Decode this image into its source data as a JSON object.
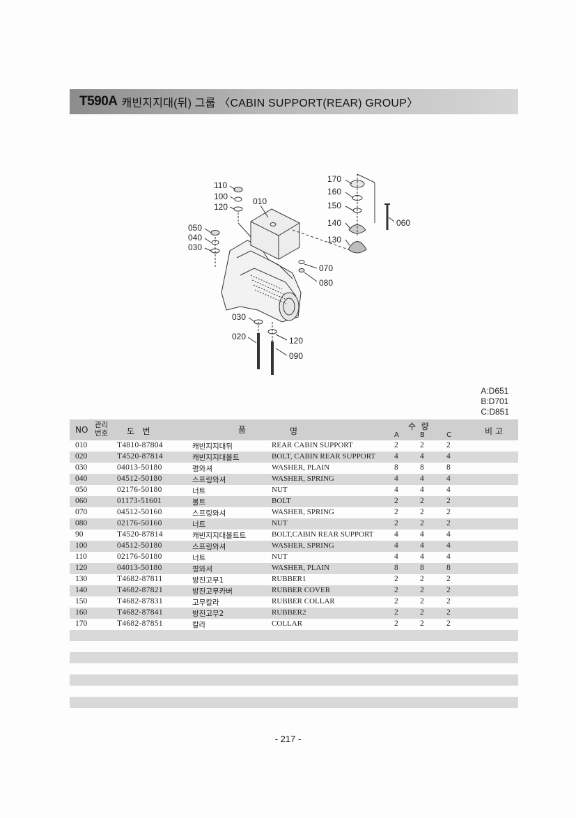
{
  "header": {
    "model": "T590A",
    "title": "캐빈지지대(뒤) 그룹 〈CABIN SUPPORT(REAR) GROUP〉"
  },
  "diagram": {
    "callouts": [
      "110",
      "100",
      "120",
      "010",
      "050",
      "040",
      "030",
      "170",
      "160",
      "150",
      "140",
      "130",
      "060",
      "070",
      "080",
      "030",
      "020",
      "120",
      "090"
    ]
  },
  "legend": [
    "A:D651",
    "B:D701",
    "C:D851"
  ],
  "table": {
    "headers": {
      "no": "NO",
      "mgmt": [
        "관리",
        "번호"
      ],
      "part_no": "도   번",
      "name_a": "품",
      "name_b": "명",
      "qty": "수  량",
      "qty_a": "A",
      "qty_b": "B",
      "qty_c": "C",
      "remark": "비 고"
    },
    "rows": [
      {
        "no": "010",
        "part": "T4810-87804",
        "kor": "캐빈지지대뒤",
        "eng": "REAR CABIN SUPPORT",
        "a": "2",
        "b": "2",
        "c": "2"
      },
      {
        "no": "020",
        "part": "T4520-87814",
        "kor": "캐빈지지대볼트",
        "eng": "BOLT, CABIN REAR SUPPORT",
        "a": "4",
        "b": "4",
        "c": "4"
      },
      {
        "no": "030",
        "part": "04013-50180",
        "kor": "평와셔",
        "eng": "WASHER, PLAIN",
        "a": "8",
        "b": "8",
        "c": "8"
      },
      {
        "no": "040",
        "part": "04512-50180",
        "kor": "스프링와셔",
        "eng": "WASHER, SPRING",
        "a": "4",
        "b": "4",
        "c": "4"
      },
      {
        "no": "050",
        "part": "02176-50180",
        "kor": "너트",
        "eng": "NUT",
        "a": "4",
        "b": "4",
        "c": "4"
      },
      {
        "no": "060",
        "part": "01173-51601",
        "kor": "볼트",
        "eng": "BOLT",
        "a": "2",
        "b": "2",
        "c": "2"
      },
      {
        "no": "070",
        "part": "04512-50160",
        "kor": "스프링와셔",
        "eng": "WASHER, SPRING",
        "a": "2",
        "b": "2",
        "c": "2"
      },
      {
        "no": "080",
        "part": "02176-50160",
        "kor": "너트",
        "eng": "NUT",
        "a": "2",
        "b": "2",
        "c": "2"
      },
      {
        "no": "90",
        "part": "T4520-87814",
        "kor": "캐빈지지대볼트트",
        "eng": "BOLT,CABIN REAR SUPPORT",
        "a": "4",
        "b": "4",
        "c": "4"
      },
      {
        "no": "100",
        "part": "04512-50180",
        "kor": "스프링와셔",
        "eng": "WASHER, SPRING",
        "a": "4",
        "b": "4",
        "c": "4"
      },
      {
        "no": "110",
        "part": "02176-50180",
        "kor": "너트",
        "eng": "NUT",
        "a": "4",
        "b": "4",
        "c": "4"
      },
      {
        "no": "120",
        "part": "04013-50180",
        "kor": "평와셔",
        "eng": "WASHER, PLAIN",
        "a": "8",
        "b": "8",
        "c": "8"
      },
      {
        "no": "130",
        "part": "T4682-87811",
        "kor": "방진고무1",
        "eng": "RUBBER1",
        "a": "2",
        "b": "2",
        "c": "2"
      },
      {
        "no": "140",
        "part": "T4682-87821",
        "kor": "방진고무카버",
        "eng": "RUBBER COVER",
        "a": "2",
        "b": "2",
        "c": "2"
      },
      {
        "no": "150",
        "part": "T4682-87831",
        "kor": "고무칼라",
        "eng": "RUBBER COLLAR",
        "a": "2",
        "b": "2",
        "c": "2"
      },
      {
        "no": "160",
        "part": "T4682-87841",
        "kor": "방진고무2",
        "eng": "RUBBER2",
        "a": "2",
        "b": "2",
        "c": "2"
      },
      {
        "no": "170",
        "part": "T4682-87851",
        "kor": "칼라",
        "eng": "COLLAR",
        "a": "2",
        "b": "2",
        "c": "2"
      },
      {
        "no": "",
        "part": "",
        "kor": "",
        "eng": "",
        "a": "",
        "b": "",
        "c": ""
      },
      {
        "no": "",
        "part": "",
        "kor": "",
        "eng": "",
        "a": "",
        "b": "",
        "c": ""
      },
      {
        "no": "",
        "part": "",
        "kor": "",
        "eng": "",
        "a": "",
        "b": "",
        "c": ""
      },
      {
        "no": "",
        "part": "",
        "kor": "",
        "eng": "",
        "a": "",
        "b": "",
        "c": ""
      },
      {
        "no": "",
        "part": "",
        "kor": "",
        "eng": "",
        "a": "",
        "b": "",
        "c": ""
      },
      {
        "no": "",
        "part": "",
        "kor": "",
        "eng": "",
        "a": "",
        "b": "",
        "c": ""
      },
      {
        "no": "",
        "part": "",
        "kor": "",
        "eng": "",
        "a": "",
        "b": "",
        "c": ""
      }
    ]
  },
  "footer": {
    "page": "- 217 -"
  }
}
